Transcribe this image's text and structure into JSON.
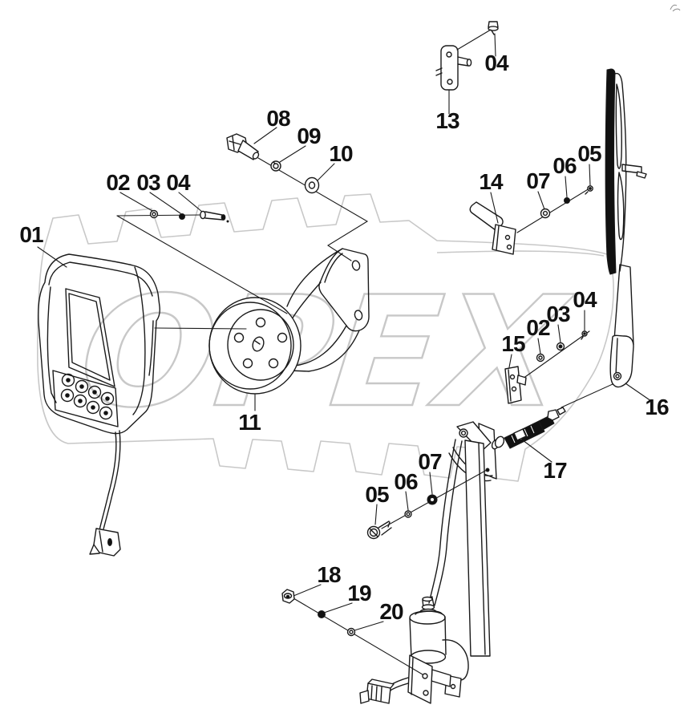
{
  "watermark": {
    "text": "OPEX",
    "color": "#c8c8c8"
  },
  "colors": {
    "line": "#1a1a1a",
    "dark_fill": "#111",
    "background": "#ffffff"
  },
  "callouts": [
    {
      "ref": "monitor",
      "text": "01"
    },
    {
      "ref": "washer-left",
      "text": "02"
    },
    {
      "ref": "nut-left",
      "text": "03"
    },
    {
      "ref": "bolt-left",
      "text": "04"
    },
    {
      "ref": "hex-bolt",
      "text": "08"
    },
    {
      "ref": "spring-washer",
      "text": "09"
    },
    {
      "ref": "flat-washer",
      "text": "10"
    },
    {
      "ref": "top-bracket",
      "text": "13"
    },
    {
      "ref": "top-bolt",
      "text": "04"
    },
    {
      "ref": "blade-plate",
      "text": "14"
    },
    {
      "ref": "washer-upper-right",
      "text": "07"
    },
    {
      "ref": "washer-small-upper",
      "text": "06"
    },
    {
      "ref": "bolt-upper-right",
      "text": "05"
    },
    {
      "ref": "side-bracket",
      "text": "15"
    },
    {
      "ref": "washer-right",
      "text": "02"
    },
    {
      "ref": "nut-right",
      "text": "03"
    },
    {
      "ref": "bolt-right",
      "text": "04"
    },
    {
      "ref": "wiper-arm",
      "text": "16"
    },
    {
      "ref": "pivot-shaft",
      "text": "17"
    },
    {
      "ref": "flange-disc",
      "text": "11"
    },
    {
      "ref": "screw-lower",
      "text": "05"
    },
    {
      "ref": "washer-lower-small",
      "text": "06"
    },
    {
      "ref": "washer-lower",
      "text": "07"
    },
    {
      "ref": "hex-nut-bottom",
      "text": "18"
    },
    {
      "ref": "nut-bottom-small",
      "text": "19"
    },
    {
      "ref": "washer-bottom",
      "text": "20"
    }
  ]
}
